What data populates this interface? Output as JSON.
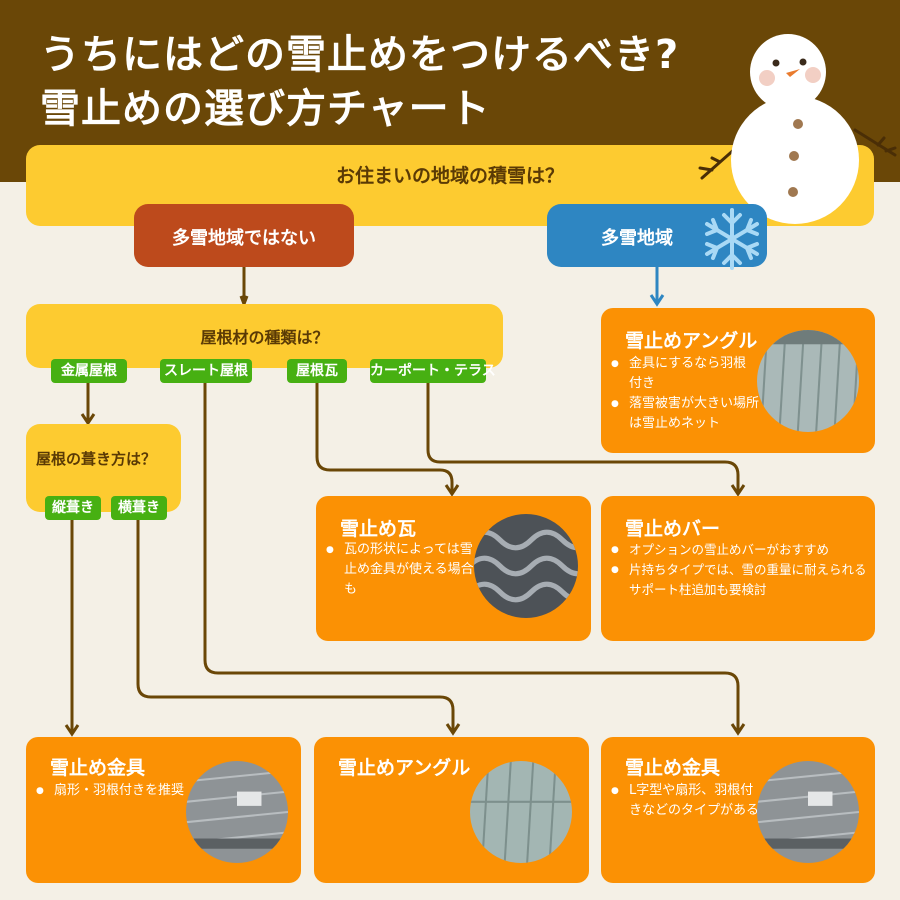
{
  "header": {
    "title_line1": "うちにはどの雪止めをつけるべき?",
    "title_line2": "雪止めの選び方チャート"
  },
  "question_region": "お住まいの地域の積雪は？",
  "branch_not_heavy": "多雪地域ではない",
  "branch_heavy": "多雪地域",
  "question_roof_material": "屋根材の種類は？",
  "roof_tags": [
    "金属屋根",
    "スレート屋根",
    "屋根瓦",
    "カーポート・テラス"
  ],
  "question_roofing_method": "屋根の葺き方は？",
  "method_tags": [
    "縦葺き",
    "横葺き"
  ],
  "cards": {
    "heavy_angle": {
      "title": "雪止めアングル",
      "bullets": [
        "金具にするなら羽根付き",
        "落雪被害が大きい場所は雪止めネット"
      ]
    },
    "tile": {
      "title": "雪止め瓦",
      "bullets": [
        "瓦の形状によっては雪止め金具が使える場合も"
      ]
    },
    "bar": {
      "title": "雪止めバー",
      "bullets": [
        "オプションの雪止めバーがおすすめ",
        "片持ちタイプでは、雪の重量に耐えられるサポート柱追加も要検討"
      ]
    },
    "vertical_bracket": {
      "title": "雪止め金具",
      "bullets": [
        "扇形・羽根付きを推奨"
      ]
    },
    "slate_angle": {
      "title": "雪止めアングル",
      "bullets": []
    },
    "slate_bracket": {
      "title": "雪止め金具",
      "bullets": [
        "L字型や扇形、羽根付きなどのタイプがある"
      ]
    }
  },
  "colors": {
    "header_bg": "#6a4707",
    "background": "#f4f0e6",
    "question_yellow": "#fdcb30",
    "not_heavy_red": "#bd4a1c",
    "heavy_blue": "#2e86c2",
    "tag_green": "#47b012",
    "card_orange": "#fb9104",
    "line_brown": "#6a4707",
    "line_blue": "#2e86c2"
  },
  "icons": [
    "snowman-icon",
    "snowflake-icon"
  ]
}
